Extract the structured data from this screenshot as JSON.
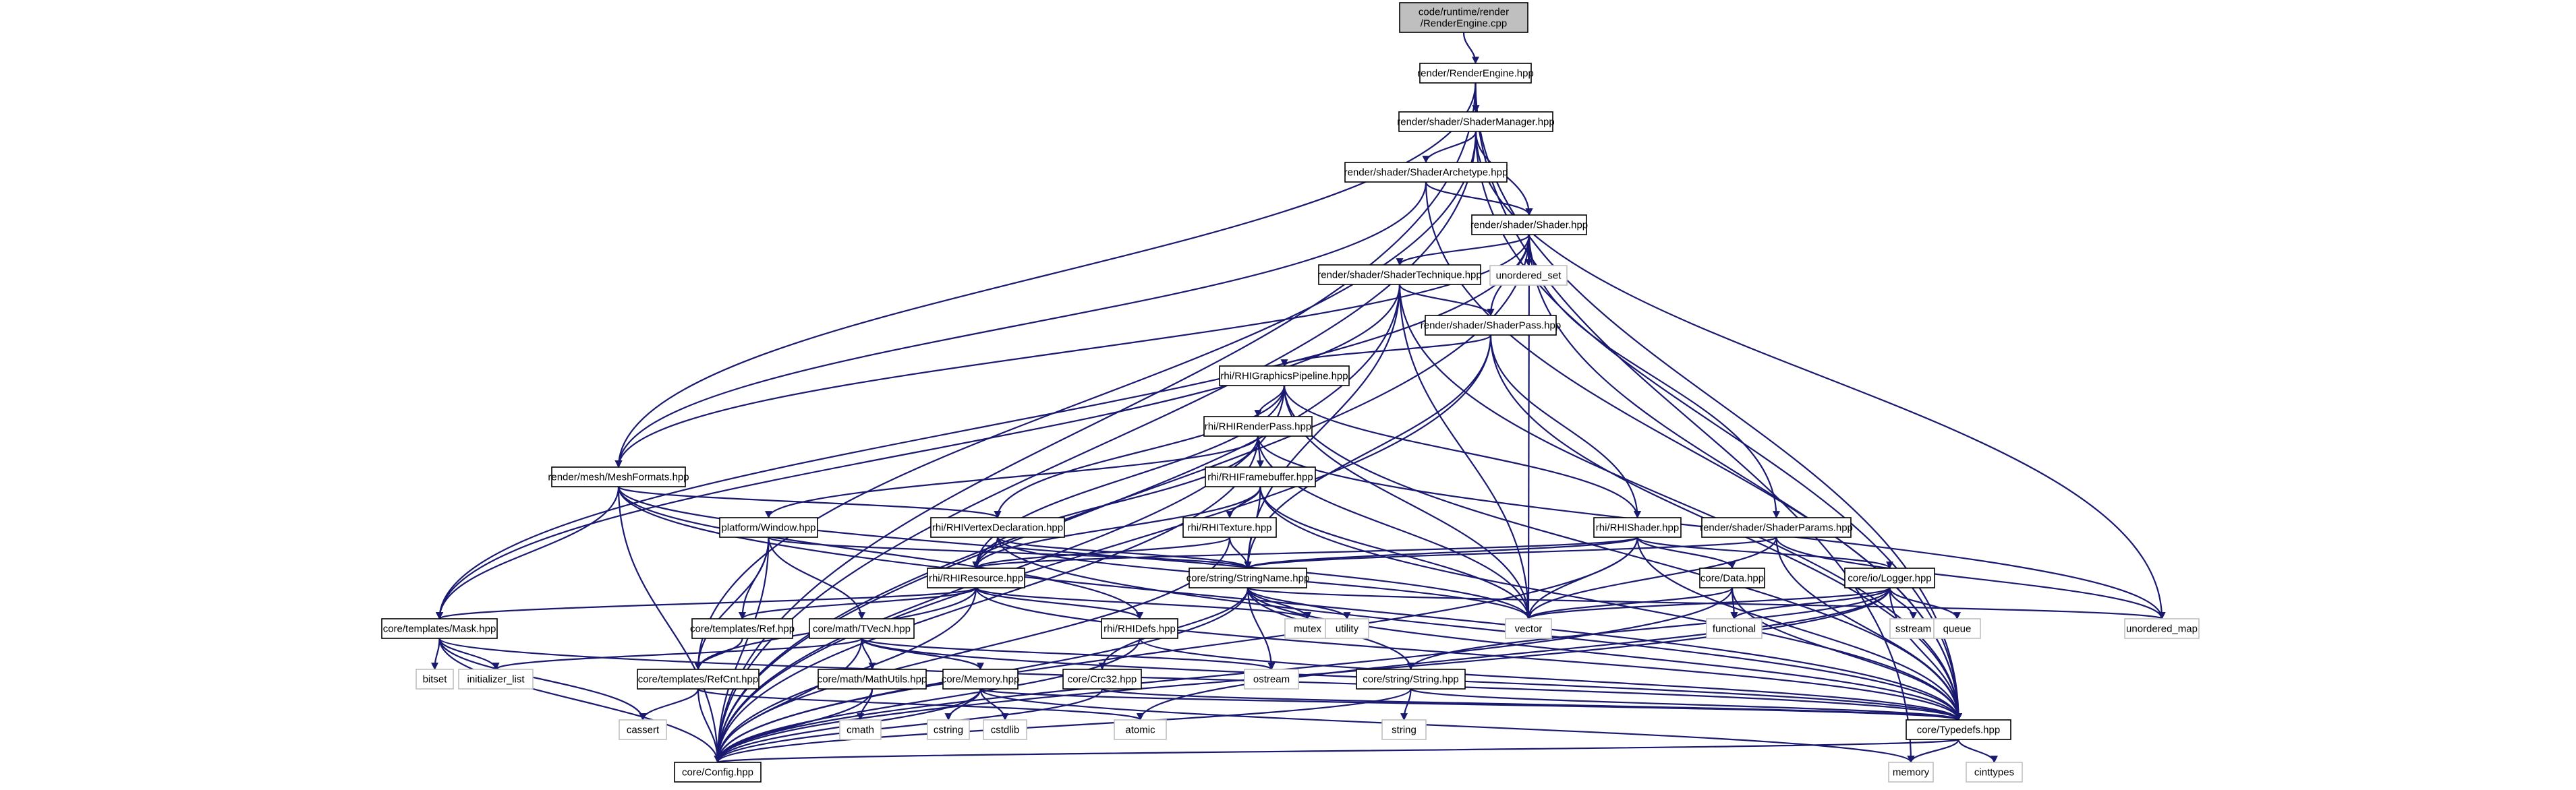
{
  "colors": {
    "edge": "#191970",
    "root_fill": "#bfbfbf",
    "node_fill": "#ffffff",
    "node_border": "#000000",
    "system_border": "#bfbfbf",
    "text": "#000000"
  },
  "graph": {
    "nodes": [
      {
        "id": "root",
        "lines": [
          "code/runtime/render",
          "/RenderEngine.cpp"
        ],
        "kind": "root"
      },
      {
        "id": "renderengine",
        "lines": [
          "render/RenderEngine.hpp"
        ],
        "kind": "file"
      },
      {
        "id": "shadermanager",
        "lines": [
          "render/shader/ShaderManager.hpp"
        ],
        "kind": "file"
      },
      {
        "id": "archetype",
        "lines": [
          "render/shader/ShaderArchetype.hpp"
        ],
        "kind": "file"
      },
      {
        "id": "shader",
        "lines": [
          "render/shader/Shader.hpp"
        ],
        "kind": "file"
      },
      {
        "id": "unordered_set",
        "lines": [
          "unordered_set"
        ],
        "kind": "system"
      },
      {
        "id": "technique",
        "lines": [
          "render/shader/ShaderTechnique.hpp"
        ],
        "kind": "file"
      },
      {
        "id": "pass",
        "lines": [
          "render/shader/ShaderPass.hpp"
        ],
        "kind": "file"
      },
      {
        "id": "gfxpipeline",
        "lines": [
          "rhi/RHIGraphicsPipeline.hpp"
        ],
        "kind": "file"
      },
      {
        "id": "renderpass",
        "lines": [
          "rhi/RHIRenderPass.hpp"
        ],
        "kind": "file"
      },
      {
        "id": "meshformats",
        "lines": [
          "render/mesh/MeshFormats.hpp"
        ],
        "kind": "file"
      },
      {
        "id": "framebuffer",
        "lines": [
          "rhi/RHIFramebuffer.hpp"
        ],
        "kind": "file"
      },
      {
        "id": "window",
        "lines": [
          "platform/Window.hpp"
        ],
        "kind": "file"
      },
      {
        "id": "vertexdecl",
        "lines": [
          "rhi/RHIVertexDeclaration.hpp"
        ],
        "kind": "file"
      },
      {
        "id": "rhitexture",
        "lines": [
          "rhi/RHITexture.hpp"
        ],
        "kind": "file"
      },
      {
        "id": "rhishader",
        "lines": [
          "rhi/RHIShader.hpp"
        ],
        "kind": "file"
      },
      {
        "id": "shaderparams",
        "lines": [
          "render/shader/ShaderParams.hpp"
        ],
        "kind": "file"
      },
      {
        "id": "rhiresource",
        "lines": [
          "rhi/RHIResource.hpp"
        ],
        "kind": "file"
      },
      {
        "id": "stringname",
        "lines": [
          "core/string/StringName.hpp"
        ],
        "kind": "file"
      },
      {
        "id": "data",
        "lines": [
          "core/Data.hpp"
        ],
        "kind": "file"
      },
      {
        "id": "logger",
        "lines": [
          "core/io/Logger.hpp"
        ],
        "kind": "file"
      },
      {
        "id": "vector",
        "lines": [
          "vector"
        ],
        "kind": "system"
      },
      {
        "id": "mask",
        "lines": [
          "core/templates/Mask.hpp"
        ],
        "kind": "file"
      },
      {
        "id": "ref",
        "lines": [
          "core/templates/Ref.hpp"
        ],
        "kind": "file"
      },
      {
        "id": "tvecn",
        "lines": [
          "core/math/TVecN.hpp"
        ],
        "kind": "file"
      },
      {
        "id": "rhidefs",
        "lines": [
          "rhi/RHIDefs.hpp"
        ],
        "kind": "file"
      },
      {
        "id": "mutex",
        "lines": [
          "mutex"
        ],
        "kind": "system"
      },
      {
        "id": "utility",
        "lines": [
          "utility"
        ],
        "kind": "system"
      },
      {
        "id": "functional",
        "lines": [
          "functional"
        ],
        "kind": "system"
      },
      {
        "id": "sstream",
        "lines": [
          "sstream"
        ],
        "kind": "system"
      },
      {
        "id": "queue",
        "lines": [
          "queue"
        ],
        "kind": "system"
      },
      {
        "id": "unordered_map",
        "lines": [
          "unordered_map"
        ],
        "kind": "system"
      },
      {
        "id": "bitset",
        "lines": [
          "bitset"
        ],
        "kind": "system"
      },
      {
        "id": "initializer_list",
        "lines": [
          "initializer_list"
        ],
        "kind": "system"
      },
      {
        "id": "refcnt",
        "lines": [
          "core/templates/RefCnt.hpp"
        ],
        "kind": "file"
      },
      {
        "id": "mathutils",
        "lines": [
          "core/math/MathUtils.hpp"
        ],
        "kind": "file"
      },
      {
        "id": "crc32",
        "lines": [
          "core/Crc32.hpp"
        ],
        "kind": "file"
      },
      {
        "id": "ostream",
        "lines": [
          "ostream"
        ],
        "kind": "system"
      },
      {
        "id": "string_hpp",
        "lines": [
          "core/string/String.hpp"
        ],
        "kind": "file"
      },
      {
        "id": "coremem",
        "lines": [
          "core/Memory.hpp"
        ],
        "kind": "file"
      },
      {
        "id": "cstring",
        "lines": [
          "cstring"
        ],
        "kind": "system"
      },
      {
        "id": "cstdlib",
        "lines": [
          "cstdlib"
        ],
        "kind": "system"
      },
      {
        "id": "cmath",
        "lines": [
          "cmath"
        ],
        "kind": "system"
      },
      {
        "id": "cassert",
        "lines": [
          "cassert"
        ],
        "kind": "system"
      },
      {
        "id": "atomic",
        "lines": [
          "atomic"
        ],
        "kind": "system"
      },
      {
        "id": "string",
        "lines": [
          "string"
        ],
        "kind": "system"
      },
      {
        "id": "typedefs",
        "lines": [
          "core/Typedefs.hpp"
        ],
        "kind": "file"
      },
      {
        "id": "config",
        "lines": [
          "core/Config.hpp"
        ],
        "kind": "file"
      },
      {
        "id": "memory",
        "lines": [
          "memory"
        ],
        "kind": "system"
      },
      {
        "id": "cinttypes",
        "lines": [
          "cinttypes"
        ],
        "kind": "system"
      }
    ]
  }
}
